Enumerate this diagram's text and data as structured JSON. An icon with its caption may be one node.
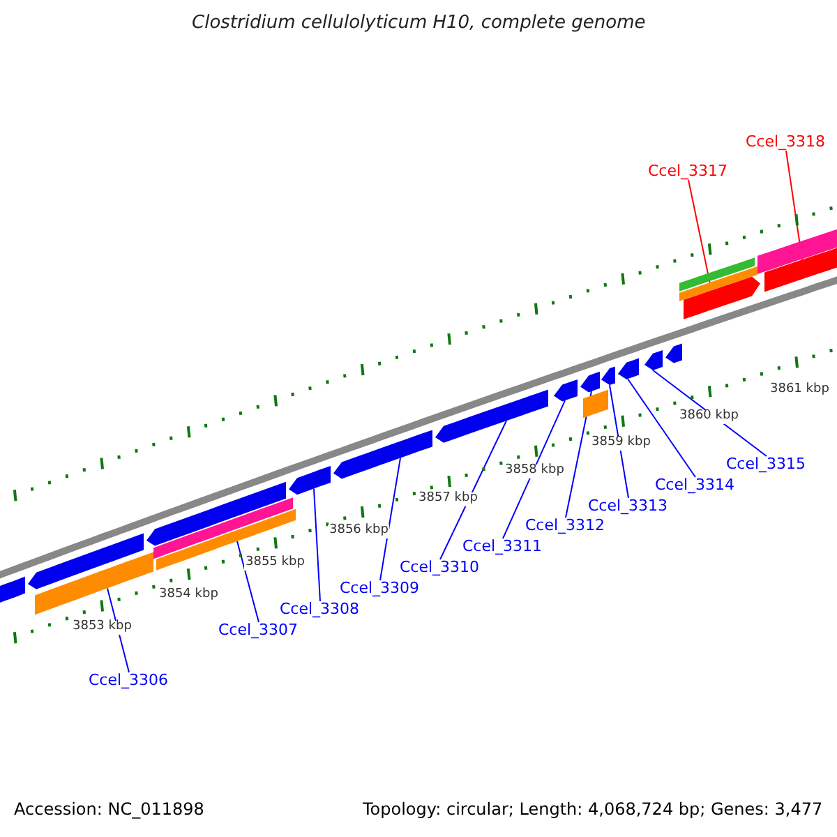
{
  "diagram": {
    "title": "Clostridium cellulolyticum H10, complete genome",
    "nodes": [
      {
        "text": [
          "Ccel_3306"
        ]
      },
      {
        "text": [
          "Ccel_3307"
        ]
      },
      {
        "text": [
          "Ccel_3308"
        ]
      },
      {
        "text": [
          "Ccel_3309"
        ]
      },
      {
        "text": [
          "Ccel_3310"
        ]
      },
      {
        "text": [
          "Ccel_3311"
        ]
      },
      {
        "text": [
          "Ccel_3312"
        ]
      },
      {
        "text": [
          "Ccel_3313"
        ]
      },
      {
        "text": [
          "Ccel_3314"
        ]
      },
      {
        "text": [
          "Ccel_3315"
        ]
      },
      {
        "text": [
          "Ccel_3317"
        ]
      },
      {
        "text": [
          "Ccel_3318"
        ]
      },
      {
        "text": [],
        "shape": "bar"
      },
      {
        "text": [],
        "shape": "bar"
      },
      {
        "text": [],
        "shape": "bar"
      },
      {
        "text": [],
        "shape": "bar"
      },
      {
        "text": [],
        "shape": "bar"
      },
      {
        "text": [],
        "shape": "bar"
      },
      {
        "text": [],
        "shape": "bar"
      },
      {
        "text": [],
        "shape": "bar"
      },
      {
        "text": [],
        "shape": "bar"
      },
      {
        "text": [],
        "shape": "bar"
      },
      {
        "text": [],
        "shape": "bar"
      },
      {
        "text": [],
        "shape": "bar"
      },
      {
        "text": [],
        "shape": "bar"
      },
      {
        "text": [],
        "shape": "bar"
      },
      {
        "text": [],
        "shape": "bar"
      },
      {
        "text": [],
        "shape": "bar"
      },
      {
        "text": [],
        "shape": "bar"
      },
      {
        "text": [],
        "shape": "bar"
      },
      {
        "text": [],
        "shape": "bar"
      },
      {
        "text": [],
        "shape": "bar"
      },
      {
        "text": [],
        "shape": "bar"
      }
    ],
    "edges": [
      {
        "from": 0,
        "to": 15,
        "arrow": "none"
      },
      {
        "from": 1,
        "to": 17,
        "arrow": "none"
      },
      {
        "from": 2,
        "to": 18,
        "arrow": "none"
      },
      {
        "from": 3,
        "to": 19,
        "arrow": "none"
      },
      {
        "from": 4,
        "to": 20,
        "arrow": "none"
      },
      {
        "from": 5,
        "to": 21,
        "arrow": "none"
      },
      {
        "from": 6,
        "to": 22,
        "arrow": "none"
      },
      {
        "from": 7,
        "to": 23,
        "arrow": "none"
      },
      {
        "from": 8,
        "to": 24,
        "arrow": "none"
      },
      {
        "from": 9,
        "to": 25,
        "arrow": "none"
      },
      {
        "from": 10,
        "to": 28,
        "arrow": "none",
        "color": "#ff0000"
      },
      {
        "from": 11,
        "to": 29,
        "arrow": "none",
        "color": "#ff0000"
      }
    ],
    "labels": [
      "3853 kbp",
      "3854 kbp",
      "3855 kbp",
      "3856 kbp",
      "3857 kbp",
      "3858 kbp",
      "3859 kbp",
      "3860 kbp",
      "3861 kbp",
      "Accession: NC_011898",
      "Topology: circular; Length: 4,068,724 bp; Genes: 3,477"
    ]
  }
}
